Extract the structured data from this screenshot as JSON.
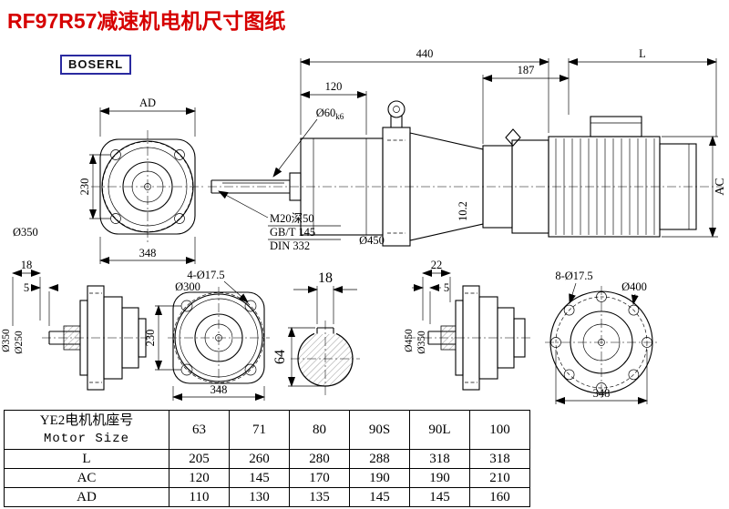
{
  "title": "RF97R57减速机电机尺寸图纸",
  "logo": "BOSERL",
  "v1": {
    "ad": "AD",
    "h": "230",
    "dia": "Ø350",
    "w": "348"
  },
  "main": {
    "w440": "440",
    "w120": "120",
    "shaft": "Ø60",
    "fit": "k6",
    "w187": "187",
    "L": "L",
    "AC": "AC",
    "m20": "M20深50",
    "gb": "GB/T 145",
    "din": "DIN 332",
    "d450": "Ø450",
    "key": "10.2"
  },
  "v3": {
    "a": "18",
    "b": "5",
    "outer": "Ø350",
    "inner": "Ø250"
  },
  "v4": {
    "holes": "4-Ø17.5",
    "bc": "Ø300",
    "h": "230",
    "w": "348"
  },
  "v5": {
    "kw": "18",
    "kh": "64"
  },
  "v6": {
    "a": "22",
    "b": "5",
    "outer": "Ø450",
    "inner": "Ø350"
  },
  "v7": {
    "holes": "8-Ø17.5",
    "bc": "Ø400",
    "w": "348"
  },
  "table": {
    "col0_line1": "YE2电机机座号",
    "col0_line2": "Motor Size",
    "sizes": [
      "63",
      "71",
      "80",
      "90S",
      "90L",
      "100"
    ],
    "rows": [
      {
        "label": "L",
        "values": [
          "205",
          "260",
          "280",
          "288",
          "318",
          "318"
        ]
      },
      {
        "label": "AC",
        "values": [
          "120",
          "145",
          "170",
          "190",
          "190",
          "210"
        ]
      },
      {
        "label": "AD",
        "values": [
          "110",
          "130",
          "135",
          "145",
          "145",
          "160"
        ]
      }
    ]
  }
}
